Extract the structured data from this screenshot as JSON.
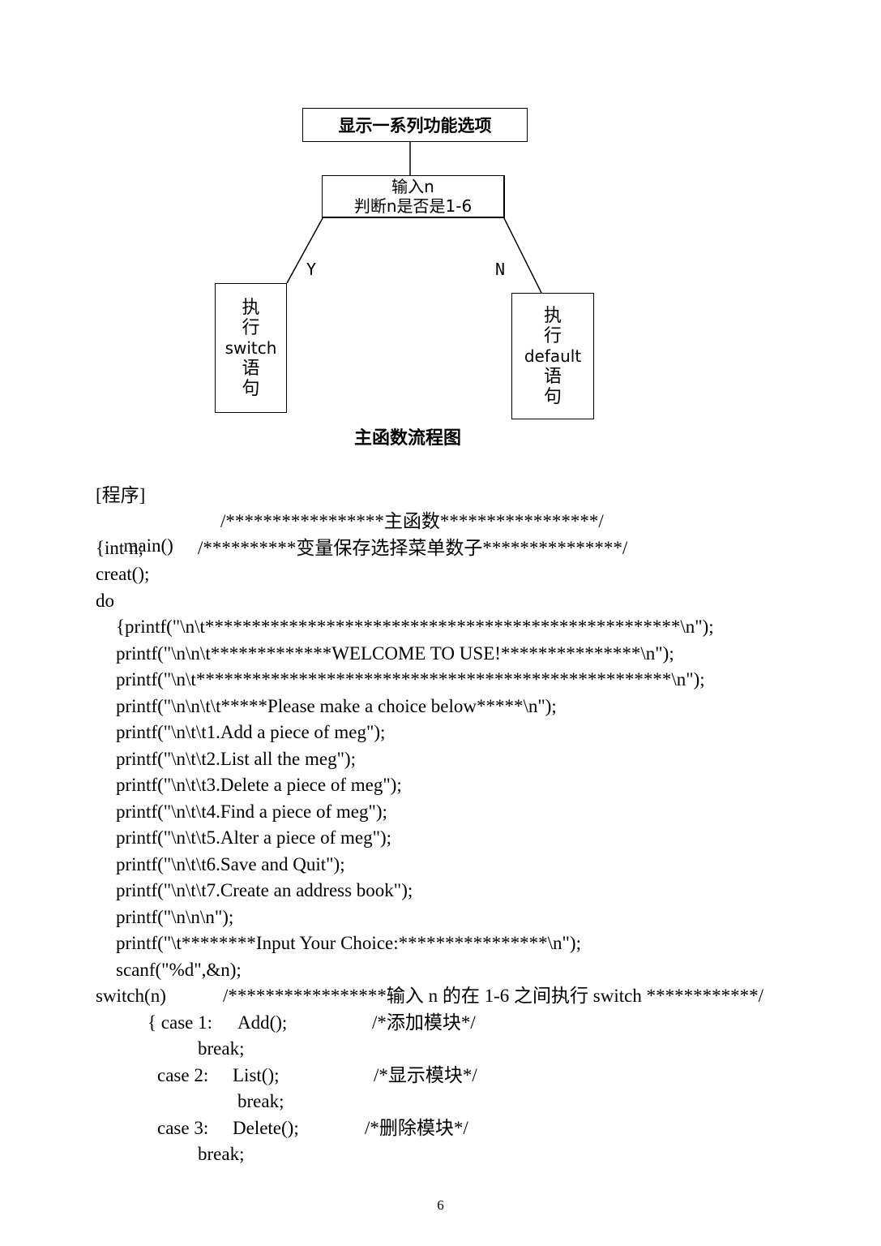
{
  "flowchart": {
    "top_box": "显示一系列功能选项",
    "mid_box": [
      "输入n",
      "判断n是否是1-6"
    ],
    "left_box": [
      "执",
      "行",
      "switch",
      "语",
      "句"
    ],
    "right_box": [
      "执",
      "行",
      "default",
      "语",
      "句"
    ],
    "label_yes": "Y",
    "label_no": "N",
    "caption": "主函数流程图"
  },
  "code": {
    "l1": "[程序]",
    "l2": "main()",
    "l2c": "/*****************主函数*****************/",
    "l3": "{int n;",
    "l3c": "/**********变量保存选择菜单数子***************/",
    "l4": "creat();",
    "l5": "do",
    "l6": "{printf(\"\\n\\t***************************************************\\n\");",
    "l7": "printf(\"\\n\\n\\t*************WELCOME TO USE!***************\\n\");",
    "l8": "printf(\"\\n\\t***************************************************\\n\");",
    "l9": "printf(\"\\n\\n\\t\\t*****Please make a choice below*****\\n\");",
    "l10": "printf(\"\\n\\t\\t1.Add a piece of meg\");",
    "l11": "printf(\"\\n\\t\\t2.List all the meg\");",
    "l12": "printf(\"\\n\\t\\t3.Delete a piece of meg\");",
    "l13": "printf(\"\\n\\t\\t4.Find a piece of meg\");",
    "l14": "printf(\"\\n\\t\\t5.Alter a piece of meg\");",
    "l15": "printf(\"\\n\\t\\t6.Save and Quit\");",
    "l16": "printf(\"\\n\\t\\t7.Create an address book\");",
    "l17": "printf(\"\\n\\n\\n\");",
    "l18": "printf(\"\\t********Input Your Choice:****************\\n\");",
    "l19": "scanf(\"%d\",&n);",
    "l20": "switch(n)",
    "l20c": "/*****************输入 n 的在 1-6 之间执行 switch ************/",
    "l21a": "{ case 1:",
    "l21b": "Add();",
    "l21c": "/*添加模块*/",
    "l22": "break;",
    "l23a": "case 2:",
    "l23b": "List();",
    "l23c": "/*显示模块*/",
    "l24": "break;",
    "l25a": "case 3:",
    "l25b": "Delete();",
    "l25c": "/*删除模块*/",
    "l26": "break;"
  },
  "page_number": "6"
}
